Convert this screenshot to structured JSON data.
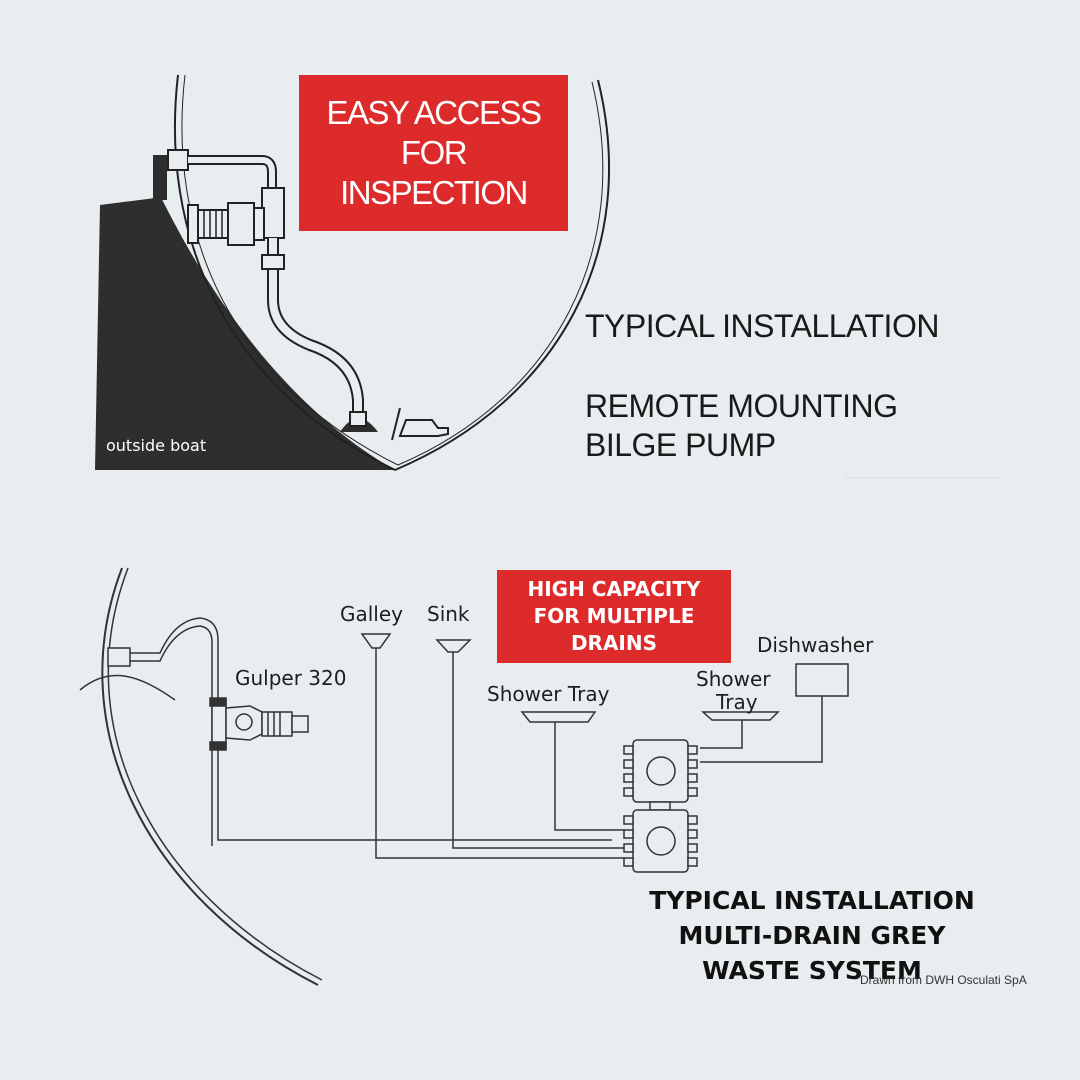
{
  "top_diagram": {
    "callout": "EASY ACCESS\nFOR\nINSPECTION",
    "heading": "TYPICAL INSTALLATION",
    "subheading_line1": "REMOTE MOUNTING",
    "subheading_line2": "BILGE PUMP",
    "hull_label": "outside boat"
  },
  "bottom_diagram": {
    "callout": "HIGH CAPACITY\nFOR MULTIPLE\nDRAINS",
    "labels": {
      "galley": "Galley",
      "sink": "Sink",
      "pump": "Gulper 320",
      "shower_tray_1": "Shower Tray",
      "shower_tray_2_line1": "Shower",
      "shower_tray_2_line2": "Tray",
      "dishwasher": "Dishwasher"
    },
    "heading": "TYPICAL INSTALLATION\nMULTI-DRAIN GREY\nWASTE SYSTEM",
    "credit": "Drawn from DWH Osculati SpA"
  },
  "colors": {
    "background": "#e8edf0",
    "callout_red": "#dd2a2a",
    "hull_dark": "#2e2e2e"
  }
}
